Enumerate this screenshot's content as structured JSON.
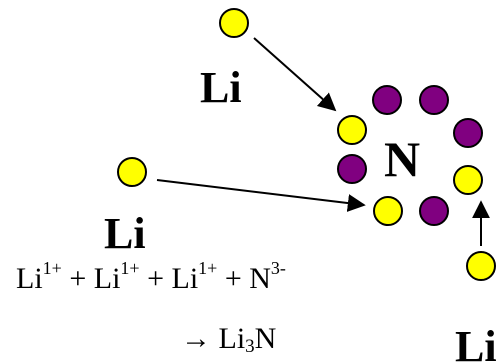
{
  "labels": {
    "li_top": "Li",
    "li_left": "Li",
    "li_right": "Li",
    "nucleus": "N"
  },
  "equation": {
    "line1": [
      {
        "base": "Li",
        "sup": "1+"
      },
      {
        "op": " + "
      },
      {
        "base": "Li",
        "sup": "1+"
      },
      {
        "op": " + "
      },
      {
        "base": "Li",
        "sup": "1+"
      },
      {
        "op": " + "
      },
      {
        "base": "N",
        "sup": "3-"
      }
    ],
    "arrow": "→",
    "product": {
      "base": "Li",
      "sub": "3",
      "tail": "N"
    }
  },
  "colors": {
    "lithium_electron": "#ffff00",
    "nitrogen_electron": "#800080",
    "outline": "#000000"
  }
}
